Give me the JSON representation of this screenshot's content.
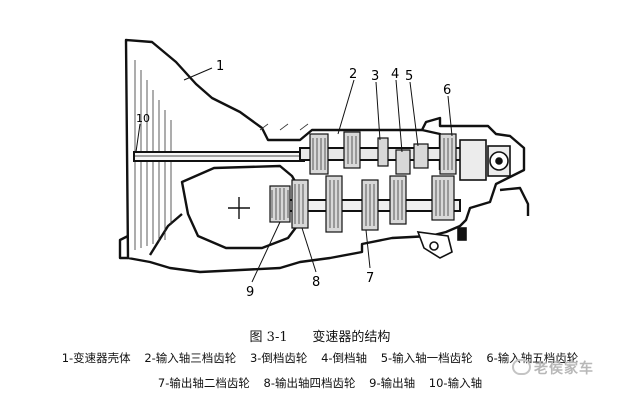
{
  "callouts": [
    "1",
    "2",
    "3",
    "4",
    "5",
    "6",
    "7",
    "8",
    "9",
    "10"
  ],
  "caption": {
    "figure_number": "图 3-1",
    "title": "变速器的结构"
  },
  "legend": [
    {
      "number": "1",
      "text": "1-变速器壳体"
    },
    {
      "number": "2",
      "text": "2-输入轴三档齿轮"
    },
    {
      "number": "3",
      "text": "3-倒档齿轮"
    },
    {
      "number": "4",
      "text": "4-倒档轴"
    },
    {
      "number": "5",
      "text": "5-输入轴一档齿轮"
    },
    {
      "number": "6",
      "text": "6-输入轴五档齿轮"
    },
    {
      "number": "7",
      "text": "7-输出轴二档齿轮"
    },
    {
      "number": "8",
      "text": "8-输出轴四档齿轮"
    },
    {
      "number": "9",
      "text": "9-输出轴"
    },
    {
      "number": "10",
      "text": "10-输入轴"
    }
  ],
  "watermark": "老侯家车"
}
